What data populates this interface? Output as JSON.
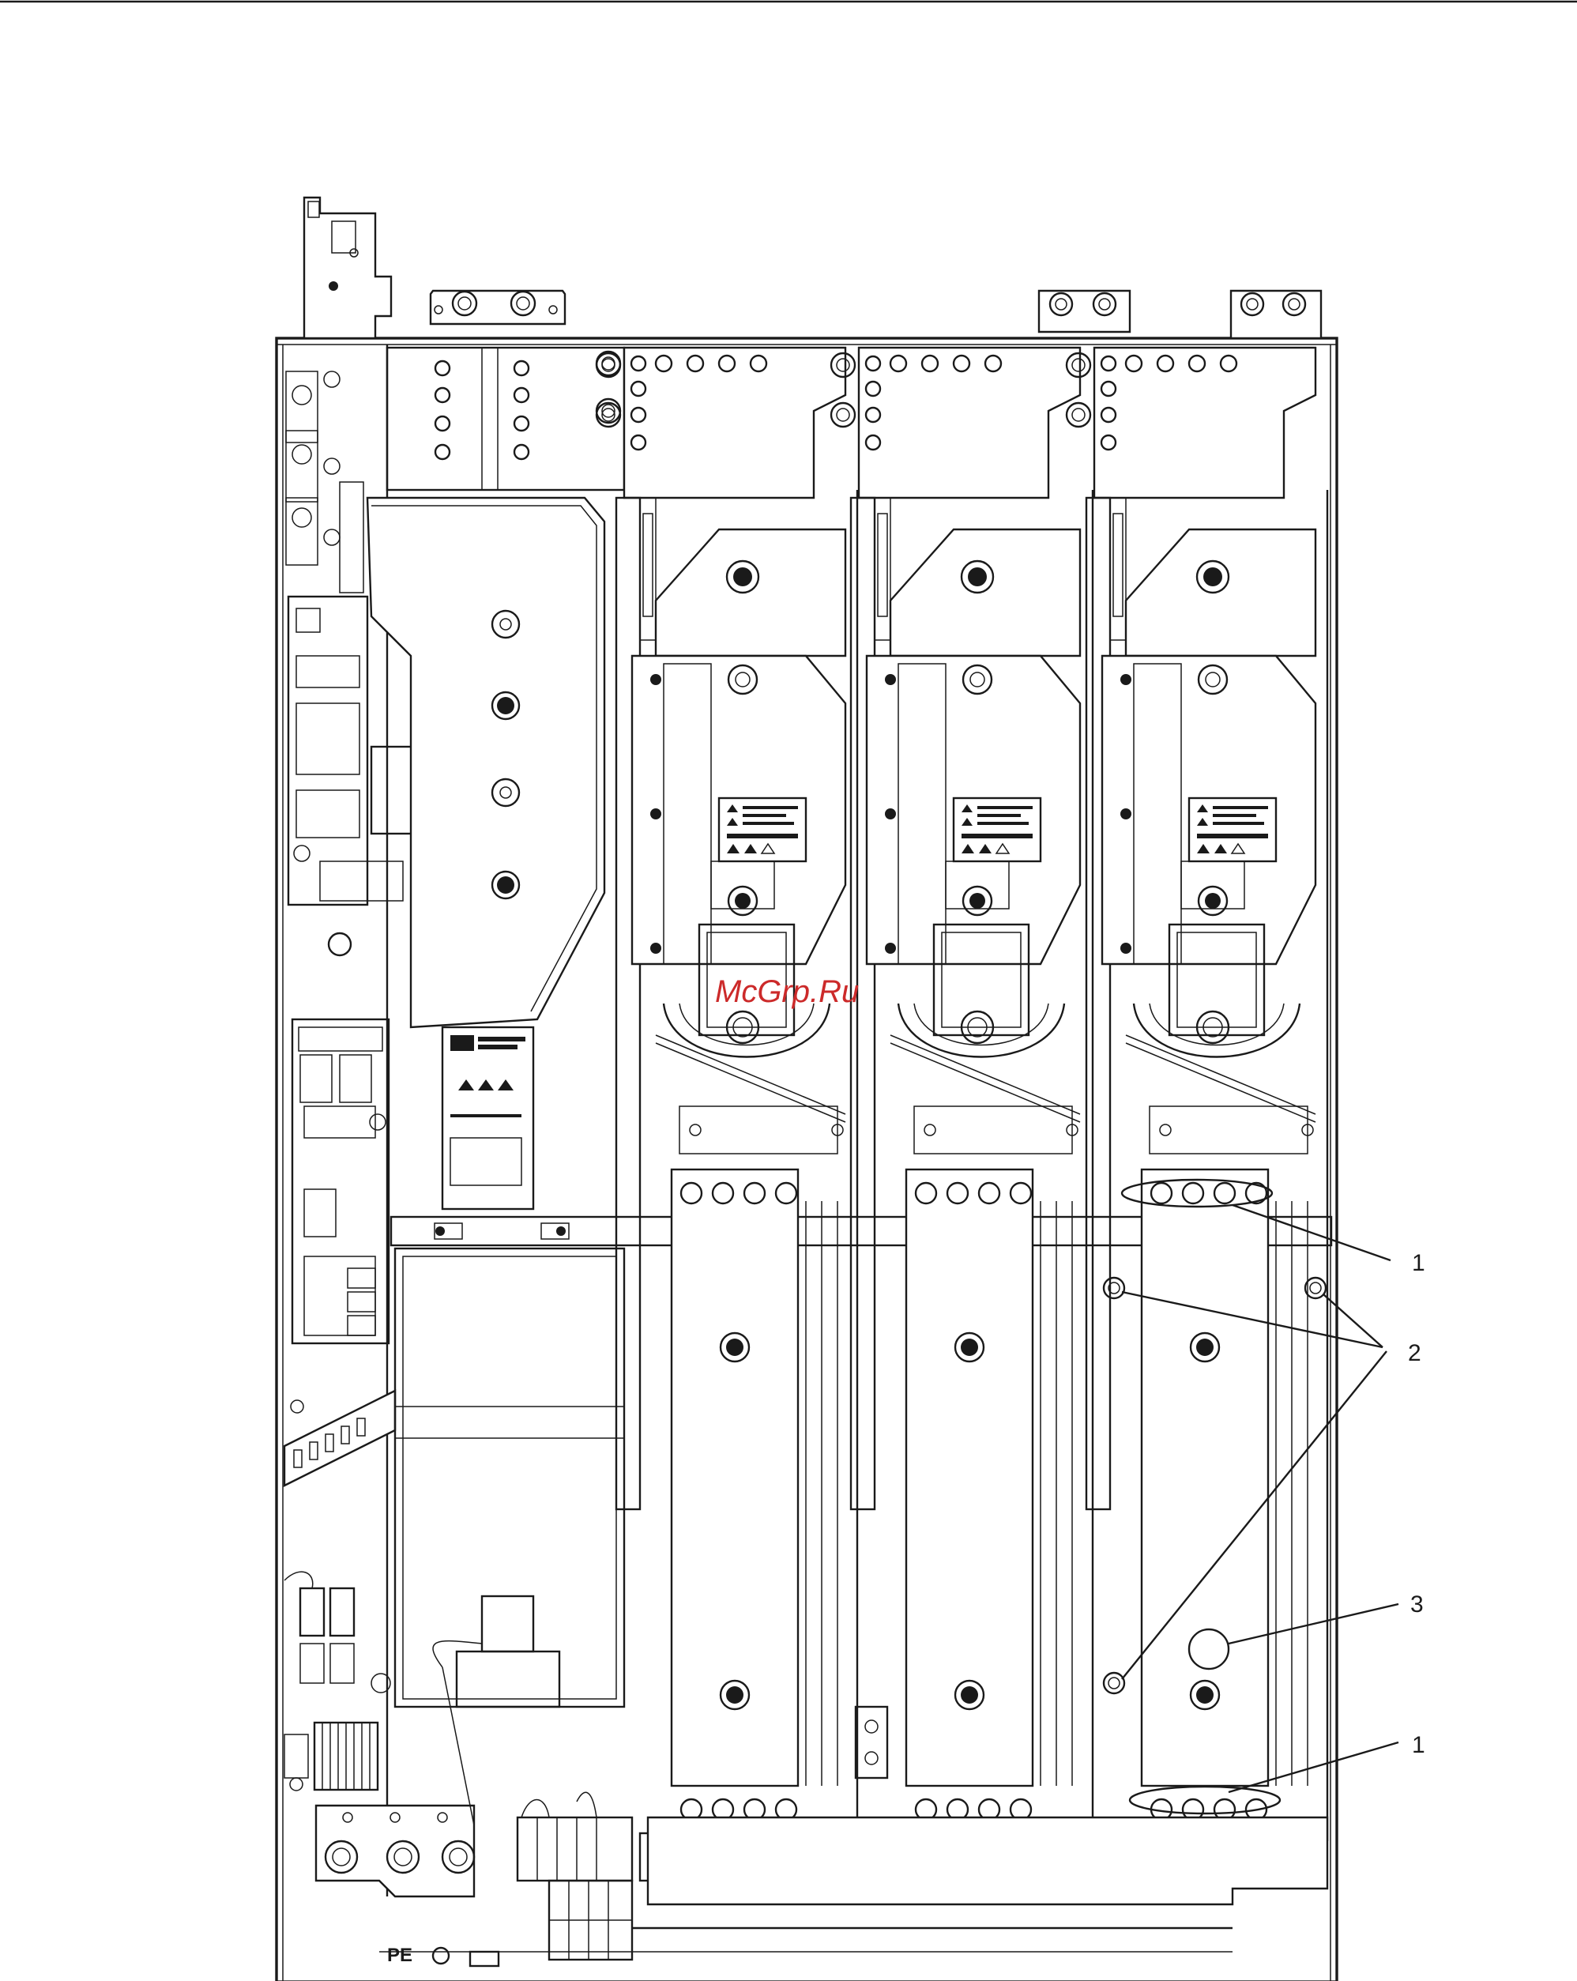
{
  "watermark": "McGrp.Ru",
  "terminal_label": "PE",
  "callouts": [
    {
      "id": "callout-1-top",
      "label": "1"
    },
    {
      "id": "callout-2",
      "label": "2"
    },
    {
      "id": "callout-3",
      "label": "3"
    },
    {
      "id": "callout-1-bottom",
      "label": "1"
    }
  ]
}
